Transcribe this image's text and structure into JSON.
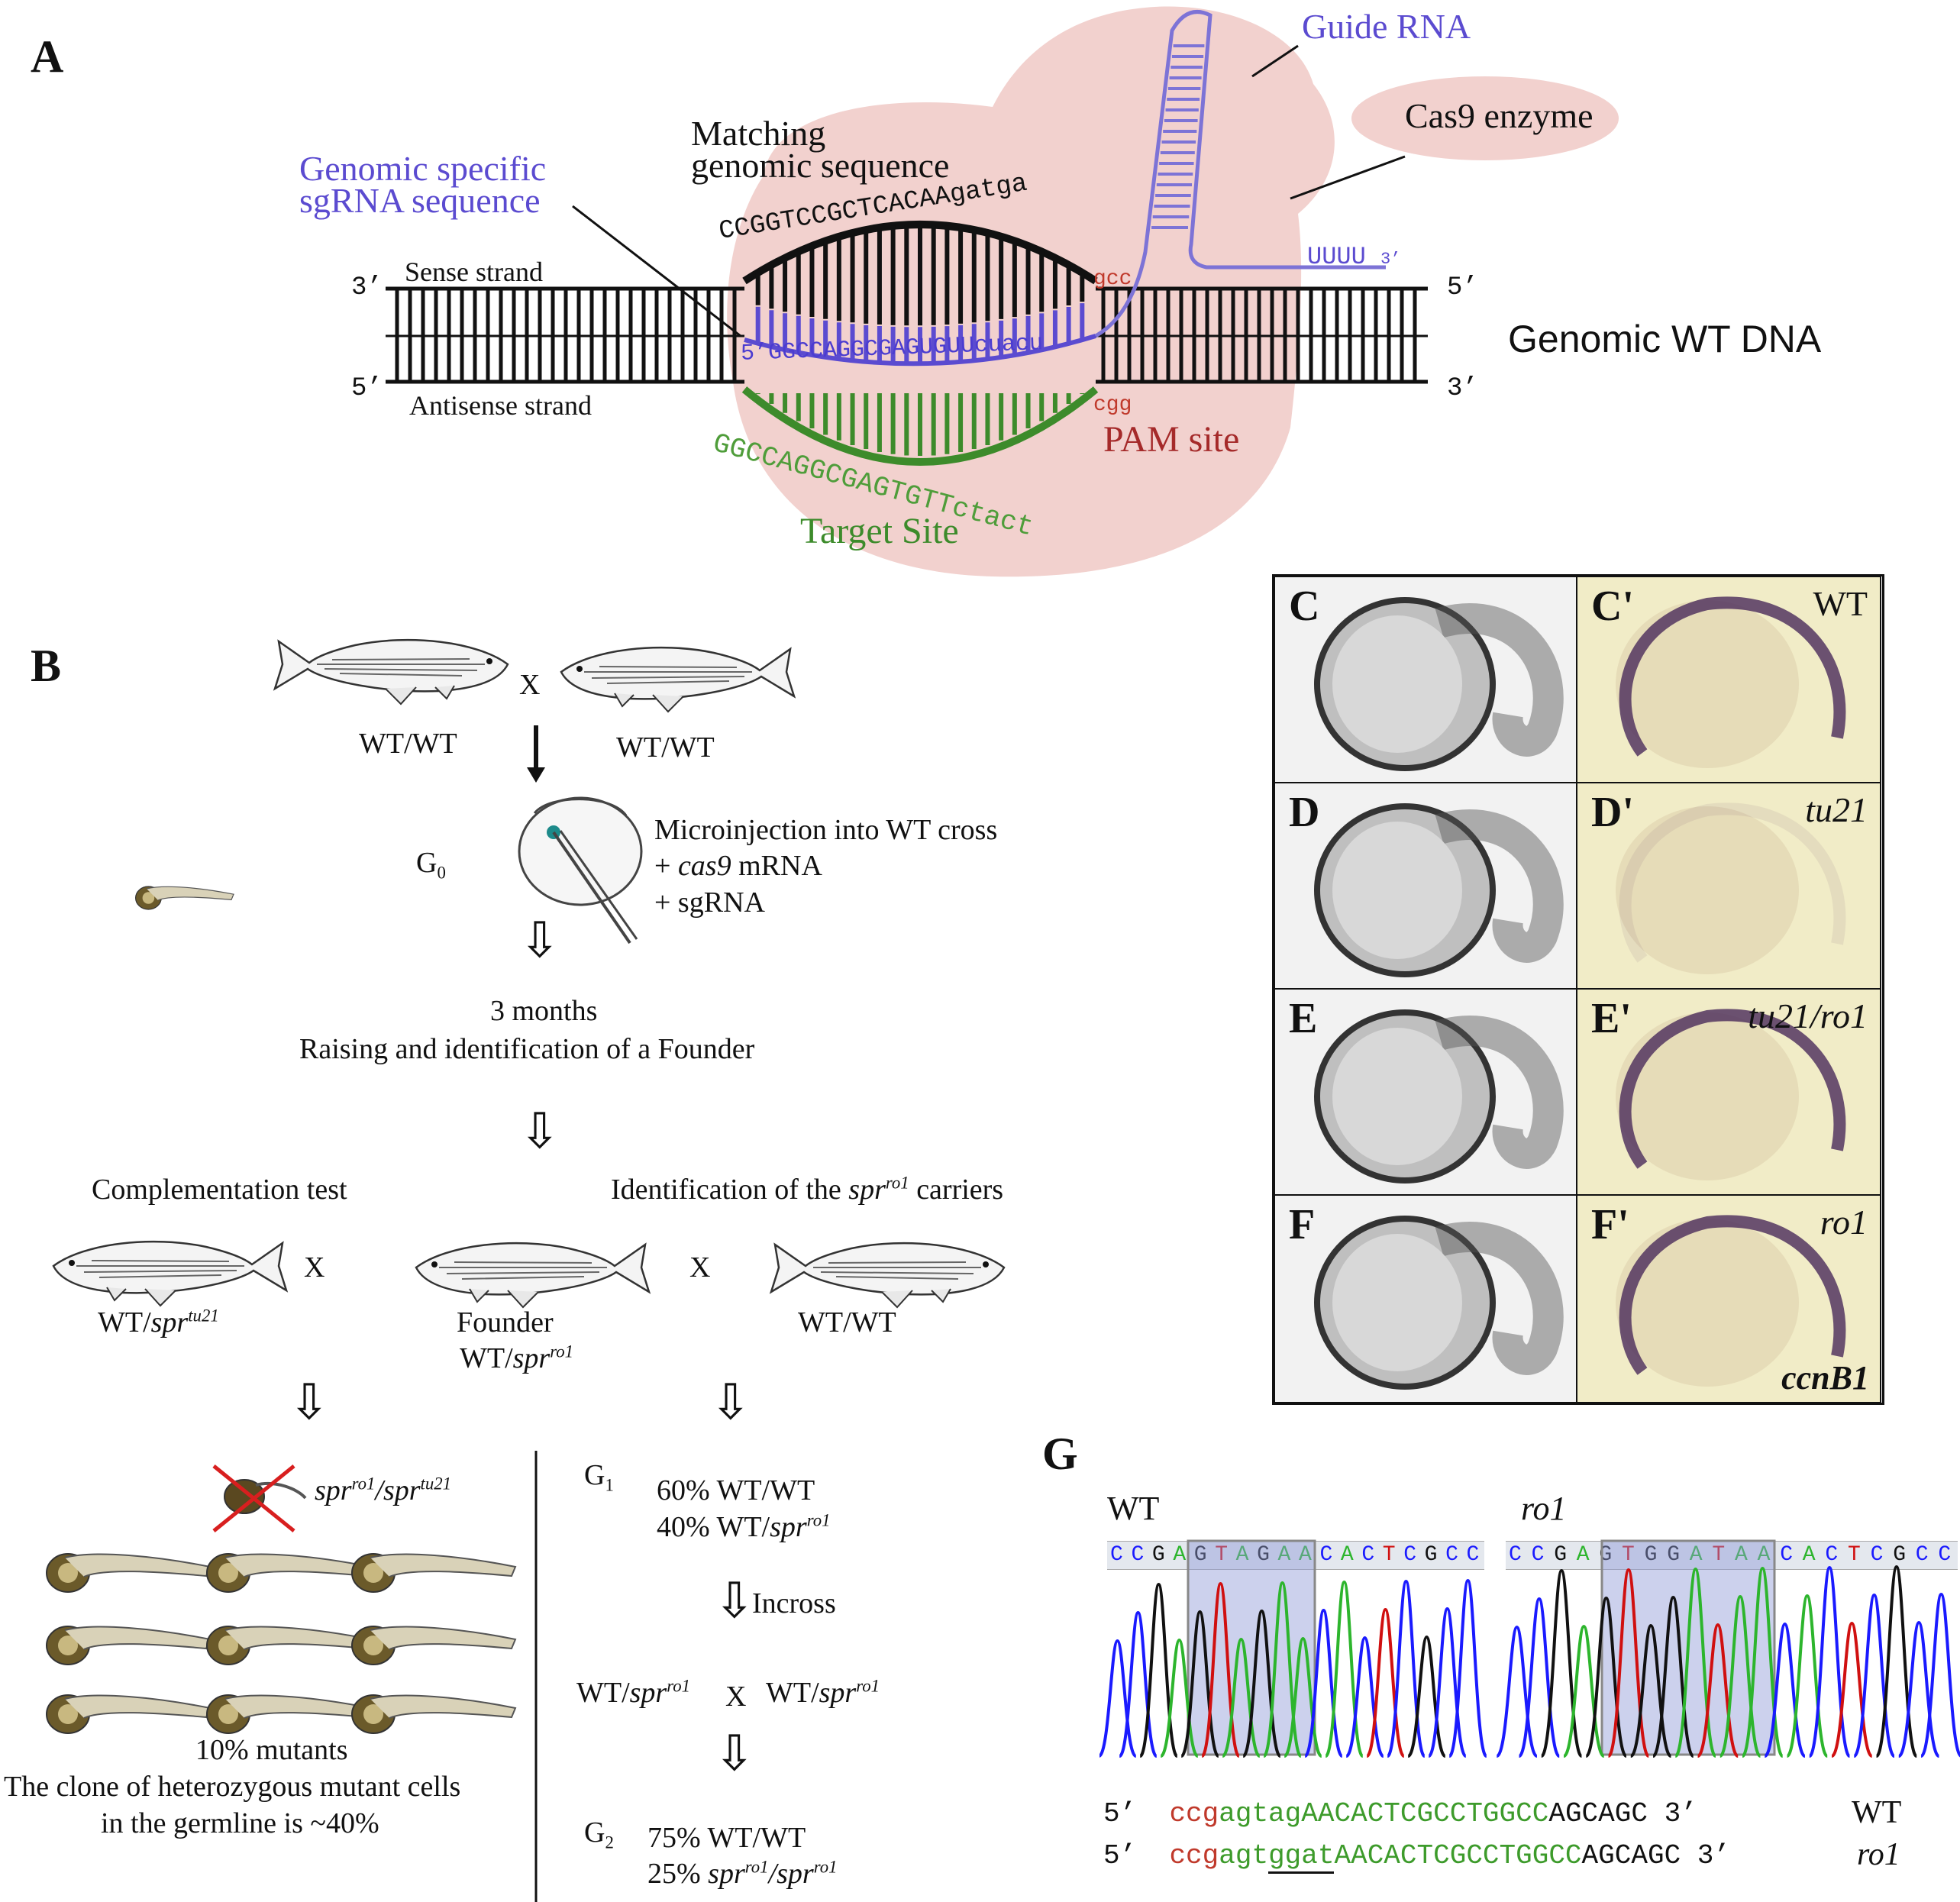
{
  "panelA": {
    "letter": "A",
    "guide_rna": "Guide RNA",
    "cas9": "Cas9 enzyme",
    "matching_1": "Matching",
    "matching_2": "genomic sequence",
    "sgrna_1": "Genomic specific",
    "sgrna_2": "sgRNA sequence",
    "sense": "Sense strand",
    "antisense": "Antisense strand",
    "end_3_left": "3’",
    "end_5_left": "5’",
    "end_5_right": "5’",
    "end_3_right": "3’",
    "genomic_wt": "Genomic WT DNA",
    "top_seq_upper": "CCGGTCCGCTCACAA",
    "top_seq_lower": "gatga",
    "top_pam": "gcc",
    "guide_seq": "5’GGCCAGGCGAGUGUUcuacu",
    "uuuu": "UUUU",
    "uuuu_3": "3’",
    "target_seq": "GGCCAGGCGAGTGTTctact",
    "pam_cgg": "cgg",
    "pam_site": "PAM site",
    "target_site": "Target Site"
  },
  "panelB": {
    "letter": "B",
    "wt_left": "WT/WT",
    "wt_right": "WT/WT",
    "cross_x": "X",
    "g0": "G",
    "g0_sub": "0",
    "micro_1": "Microinjection into WT cross",
    "micro_2_pre": "+ ",
    "micro_2_it": "cas9",
    "micro_2_post": " mRNA",
    "micro_3": "+ sgRNA",
    "months": "3 months",
    "raising": "Raising and identification of a Founder",
    "complementation": "Complementation test",
    "ident_pre": "Identification of the ",
    "ident_it": "spr",
    "ident_sup": "ro1",
    "ident_post": " carriers",
    "x1": "X",
    "x2": "X",
    "wt_spr_pre": "WT/",
    "wt_spr_it": "spr",
    "wt_spr_sup": "tu21",
    "founder": "Founder",
    "founder_pre": "WT/",
    "founder_it": "spr",
    "founder_sup": "ro1",
    "wtwt3": "WT/WT",
    "cross_label_it1": "spr",
    "cross_label_sup1": "ro1",
    "cross_label_it2": "/spr",
    "cross_label_sup2": "tu21",
    "mutants": "10% mutants",
    "clone_1": "The clone of heterozygous mutant cells",
    "clone_2": "in the germline is ~40%",
    "g1": "G",
    "g1_sub": "1",
    "g1_line1": "60% WT/WT",
    "g1_line2_pre": "40% WT/",
    "g1_line2_it": "spr",
    "g1_line2_sup": "ro1",
    "incross": "Incross",
    "cross2_a_pre": "WT/",
    "cross2_a_it": "spr",
    "cross2_a_sup": "ro1",
    "cross2_x": "X",
    "cross2_b_pre": "WT/",
    "cross2_b_it": "spr",
    "cross2_b_sup": "ro1",
    "g2": "G",
    "g2_sub": "2",
    "g2_line1": "75% WT/WT",
    "g2_line2_pre": "25% ",
    "g2_line2_it1": "spr",
    "g2_line2_sup1": "ro1",
    "g2_line2_it2": "/spr",
    "g2_line2_sup2": "ro1"
  },
  "panelC": {
    "cells": [
      {
        "letter": "C",
        "genotype": ""
      },
      {
        "letter": "C'",
        "genotype": "WT"
      },
      {
        "letter": "D",
        "genotype": ""
      },
      {
        "letter": "D'",
        "genotype": "tu21"
      },
      {
        "letter": "E",
        "genotype": ""
      },
      {
        "letter": "E'",
        "genotype": "tu21/ro1"
      },
      {
        "letter": "F",
        "genotype": ""
      },
      {
        "letter": "F'",
        "genotype": "ro1"
      }
    ],
    "gene": "ccnB1"
  },
  "panelG": {
    "letter": "G",
    "wt_title": "WT",
    "ro1_title": "ro1",
    "wt_bases": [
      "C",
      "C",
      "G",
      "A",
      "G",
      "T",
      "A",
      "G",
      "A",
      "A",
      "C",
      "A",
      "C",
      "T",
      "C",
      "G",
      "C",
      "C"
    ],
    "ro1_bases": [
      "C",
      "C",
      "G",
      "A",
      "G",
      "T",
      "G",
      "G",
      "A",
      "T",
      "A",
      "A",
      "C",
      "A",
      "C",
      "T",
      "C",
      "G",
      "C",
      "C"
    ],
    "seq1": {
      "p5": "5’",
      "red": "ccg",
      "green_lower": "agtag",
      "green_upper": "AACACTCGCCTGGCC",
      "black": "AGCAGC",
      "p3": "3’",
      "label": "WT"
    },
    "seq2": {
      "p5": "5’",
      "red": "ccg",
      "green_lower_a": "agt",
      "green_lower_b": "ggat",
      "green_upper": "AACACTCGCCTGGCC",
      "black": "AGCAGC",
      "p3": "3’",
      "label": "ro1"
    },
    "colors": {
      "A": "#2db52d",
      "C": "#1a1aff",
      "G": "#111111",
      "T": "#d01010"
    }
  }
}
